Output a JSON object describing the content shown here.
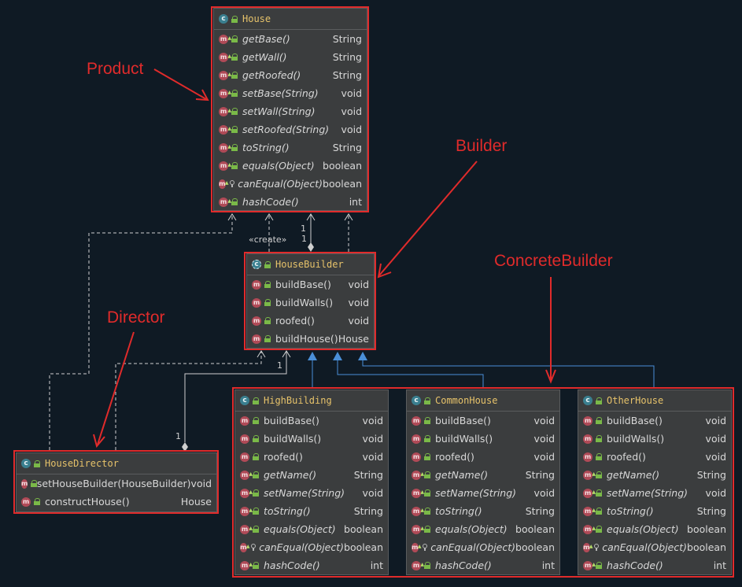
{
  "labels": {
    "product": "Product",
    "builder": "Builder",
    "concrete_builder": "ConcreteBuilder",
    "director": "Director",
    "create": "«create»",
    "mult_one": "1"
  },
  "colors": {
    "annotation": "#e02b2b",
    "class_icon": "#3a7f8f",
    "method_icon": "#b04a57",
    "class_name": "#e6c26a"
  },
  "classes": {
    "house": {
      "name": "House",
      "members": [
        {
          "name": "getBase()",
          "type": "String",
          "icon": "method-inherited-icon",
          "lock": "public",
          "italic": true
        },
        {
          "name": "getWall()",
          "type": "String",
          "icon": "method-inherited-icon",
          "lock": "public",
          "italic": true
        },
        {
          "name": "getRoofed()",
          "type": "String",
          "icon": "method-inherited-icon",
          "lock": "public",
          "italic": true
        },
        {
          "name": "setBase(String)",
          "type": "void",
          "icon": "method-inherited-icon",
          "lock": "public",
          "italic": true
        },
        {
          "name": "setWall(String)",
          "type": "void",
          "icon": "method-inherited-icon",
          "lock": "public",
          "italic": true
        },
        {
          "name": "setRoofed(String)",
          "type": "void",
          "icon": "method-inherited-icon",
          "lock": "public",
          "italic": true
        },
        {
          "name": "toString()",
          "type": "String",
          "icon": "method-inherited-icon",
          "lock": "public",
          "italic": true
        },
        {
          "name": "equals(Object)",
          "type": "boolean",
          "icon": "method-inherited-icon",
          "lock": "public",
          "italic": true
        },
        {
          "name": "canEqual(Object)",
          "type": "boolean",
          "icon": "method-inherited-icon",
          "lock": "protected",
          "italic": true
        },
        {
          "name": "hashCode()",
          "type": "int",
          "icon": "method-inherited-icon",
          "lock": "public",
          "italic": true
        }
      ]
    },
    "house_builder": {
      "name": "HouseBuilder",
      "members": [
        {
          "name": "buildBase()",
          "type": "void",
          "icon": "method-icon",
          "lock": "public",
          "italic": false
        },
        {
          "name": "buildWalls()",
          "type": "void",
          "icon": "method-icon",
          "lock": "public",
          "italic": false
        },
        {
          "name": "roofed()",
          "type": "void",
          "icon": "method-icon",
          "lock": "public",
          "italic": false
        },
        {
          "name": "buildHouse()",
          "type": "House",
          "icon": "method-icon",
          "lock": "public",
          "italic": false
        }
      ]
    },
    "high_building": {
      "name": "HighBuilding",
      "members": [
        {
          "name": "buildBase()",
          "type": "void",
          "icon": "method-icon",
          "lock": "public",
          "italic": false
        },
        {
          "name": "buildWalls()",
          "type": "void",
          "icon": "method-icon",
          "lock": "public",
          "italic": false
        },
        {
          "name": "roofed()",
          "type": "void",
          "icon": "method-icon",
          "lock": "public",
          "italic": false
        },
        {
          "name": "getName()",
          "type": "String",
          "icon": "method-inherited-icon",
          "lock": "public",
          "italic": true
        },
        {
          "name": "setName(String)",
          "type": "void",
          "icon": "method-inherited-icon",
          "lock": "public",
          "italic": true
        },
        {
          "name": "toString()",
          "type": "String",
          "icon": "method-inherited-icon",
          "lock": "public",
          "italic": true
        },
        {
          "name": "equals(Object)",
          "type": "boolean",
          "icon": "method-inherited-icon",
          "lock": "public",
          "italic": true
        },
        {
          "name": "canEqual(Object)",
          "type": "boolean",
          "icon": "method-inherited-icon",
          "lock": "protected",
          "italic": true
        },
        {
          "name": "hashCode()",
          "type": "int",
          "icon": "method-inherited-icon",
          "lock": "public",
          "italic": true
        }
      ]
    },
    "common_house": {
      "name": "CommonHouse",
      "members": [
        {
          "name": "buildBase()",
          "type": "void",
          "icon": "method-icon",
          "lock": "public",
          "italic": false
        },
        {
          "name": "buildWalls()",
          "type": "void",
          "icon": "method-icon",
          "lock": "public",
          "italic": false
        },
        {
          "name": "roofed()",
          "type": "void",
          "icon": "method-icon",
          "lock": "public",
          "italic": false
        },
        {
          "name": "getName()",
          "type": "String",
          "icon": "method-inherited-icon",
          "lock": "public",
          "italic": true
        },
        {
          "name": "setName(String)",
          "type": "void",
          "icon": "method-inherited-icon",
          "lock": "public",
          "italic": true
        },
        {
          "name": "toString()",
          "type": "String",
          "icon": "method-inherited-icon",
          "lock": "public",
          "italic": true
        },
        {
          "name": "equals(Object)",
          "type": "boolean",
          "icon": "method-inherited-icon",
          "lock": "public",
          "italic": true
        },
        {
          "name": "canEqual(Object)",
          "type": "boolean",
          "icon": "method-inherited-icon",
          "lock": "protected",
          "italic": true
        },
        {
          "name": "hashCode()",
          "type": "int",
          "icon": "method-inherited-icon",
          "lock": "public",
          "italic": true
        }
      ]
    },
    "other_house": {
      "name": "OtherHouse",
      "members": [
        {
          "name": "buildBase()",
          "type": "void",
          "icon": "method-icon",
          "lock": "public",
          "italic": false
        },
        {
          "name": "buildWalls()",
          "type": "void",
          "icon": "method-icon",
          "lock": "public",
          "italic": false
        },
        {
          "name": "roofed()",
          "type": "void",
          "icon": "method-icon",
          "lock": "public",
          "italic": false
        },
        {
          "name": "getName()",
          "type": "String",
          "icon": "method-inherited-icon",
          "lock": "public",
          "italic": true
        },
        {
          "name": "setName(String)",
          "type": "void",
          "icon": "method-inherited-icon",
          "lock": "public",
          "italic": true
        },
        {
          "name": "toString()",
          "type": "String",
          "icon": "method-inherited-icon",
          "lock": "public",
          "italic": true
        },
        {
          "name": "equals(Object)",
          "type": "boolean",
          "icon": "method-inherited-icon",
          "lock": "public",
          "italic": true
        },
        {
          "name": "canEqual(Object)",
          "type": "boolean",
          "icon": "method-inherited-icon",
          "lock": "protected",
          "italic": true
        },
        {
          "name": "hashCode()",
          "type": "int",
          "icon": "method-inherited-icon",
          "lock": "public",
          "italic": true
        }
      ]
    },
    "house_director": {
      "name": "HouseDirector",
      "members": [
        {
          "name": "setHouseBuilder(HouseBuilder)",
          "type": "void",
          "icon": "method-icon",
          "lock": "public",
          "italic": false
        },
        {
          "name": "constructHouse()",
          "type": "House",
          "icon": "method-icon",
          "lock": "public",
          "italic": false
        }
      ]
    }
  }
}
